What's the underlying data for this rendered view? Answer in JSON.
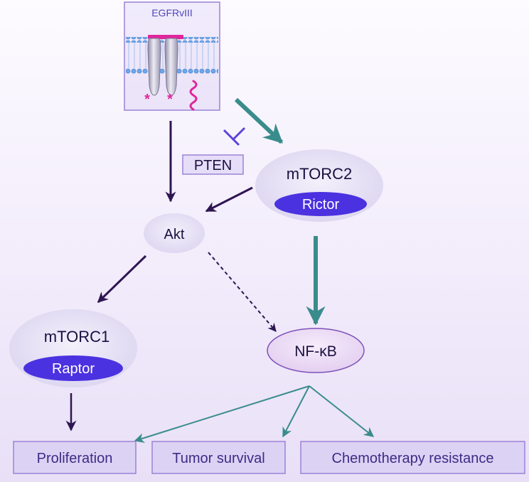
{
  "receptor": {
    "label": "EGFRvIII"
  },
  "inhibitor": {
    "label": "PTEN"
  },
  "complexes": {
    "mtorc2": {
      "label": "mTORC2",
      "subunit": "Rictor"
    },
    "mtorc1": {
      "label": "mTORC1",
      "subunit": "Raptor"
    }
  },
  "nodes": {
    "akt": "Akt",
    "nfkb": "NF-κB"
  },
  "outcomes": [
    "Proliferation",
    "Tumor survival",
    "Chemotherapy resistance"
  ],
  "colors": {
    "dark_arrow": "#2e1653",
    "teal_arrow": "#3a8c8c",
    "inhibit_bar": "#5a45d8",
    "bubble_fill": "#e4dff3",
    "subunit_fill": "#4a32e0",
    "outcome_fill": "#dcd2f4",
    "outcome_text": "#3f2a86",
    "magenta": "#e0269c"
  }
}
